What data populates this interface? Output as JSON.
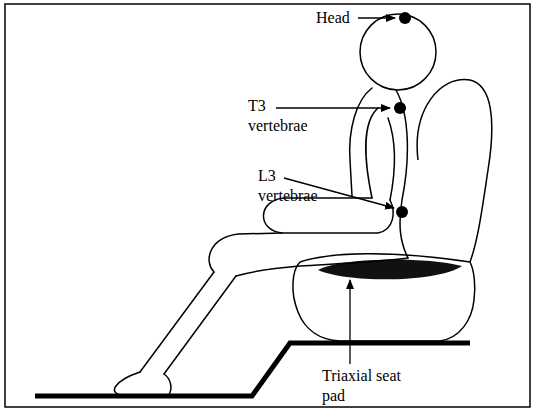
{
  "diagram": {
    "labels": [
      "Head",
      "T3 vertebrae",
      "L3 vertebrae",
      "Triaxial seat pad"
    ]
  }
}
